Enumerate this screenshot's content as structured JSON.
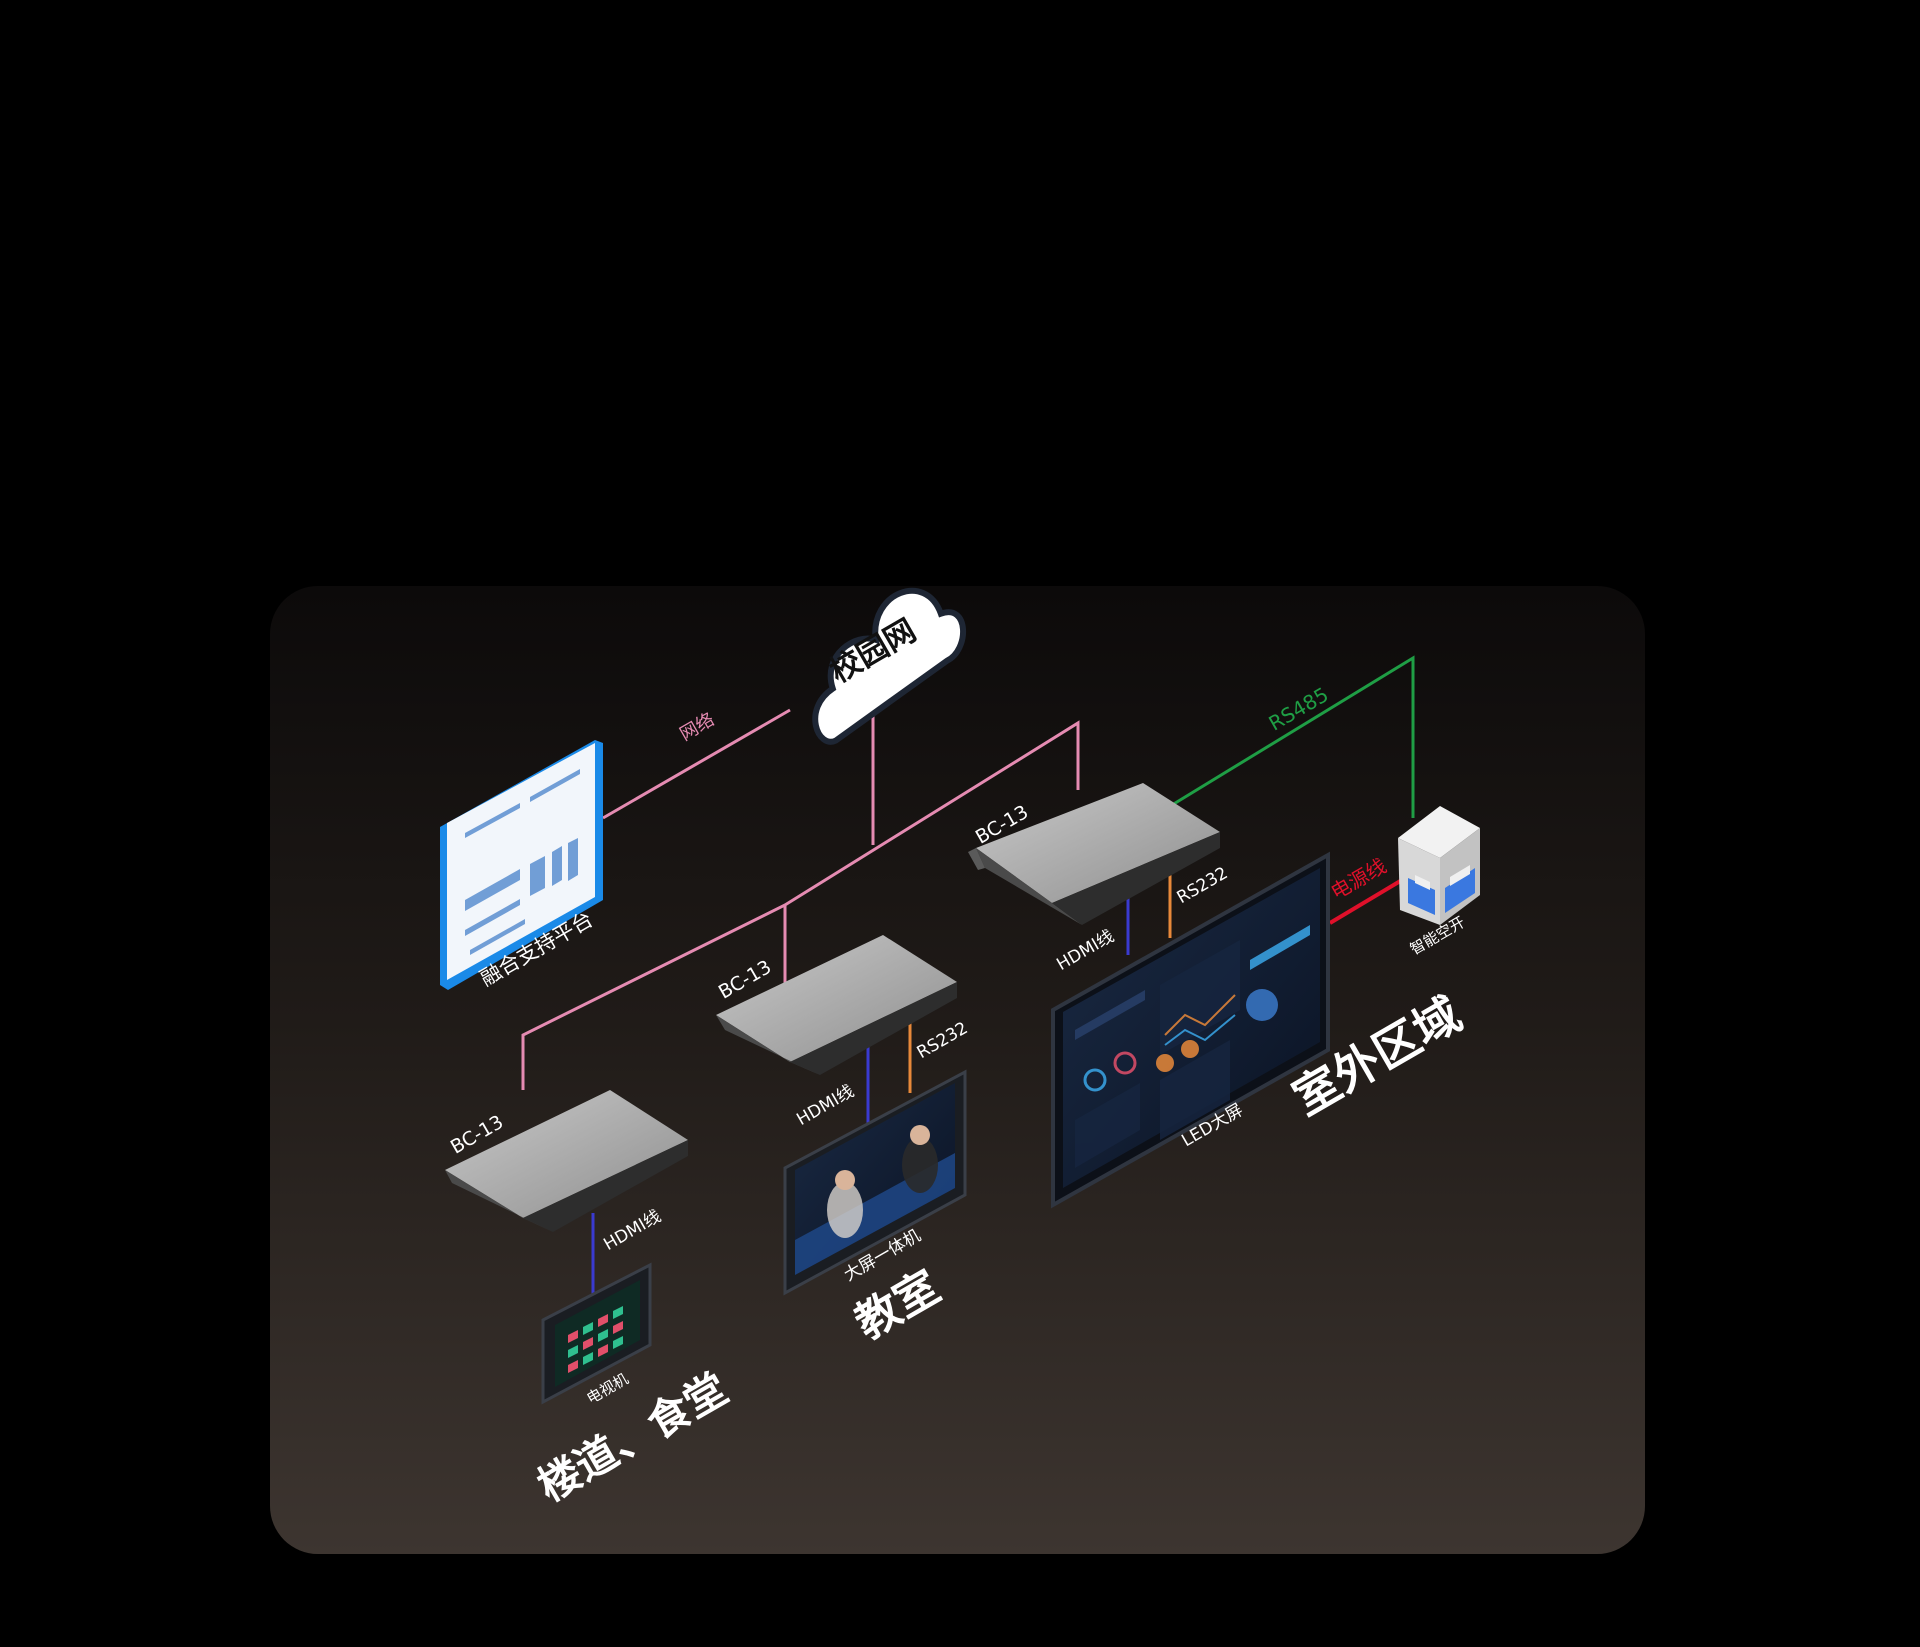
{
  "cloud": {
    "label": "校园网"
  },
  "platform": {
    "label": "融合支持平台"
  },
  "links": {
    "network": "网络",
    "rs485": "RS485",
    "power": "电源线",
    "hdmi": "HDMI线",
    "rs232": "RS232"
  },
  "devices": {
    "box_model": "BC-13",
    "tv": "电视机",
    "all_in_one": "大屏一体机",
    "led": "LED大屏",
    "breaker": "智能空开"
  },
  "zones": {
    "corridor": "楼道、食堂",
    "classroom": "教室",
    "outdoor": "室外区域"
  },
  "colors": {
    "network_line": "#e58bb2",
    "rs485_line": "#1f9e45",
    "power_line": "#e0102a",
    "hdmi_line": "#3a3ad0",
    "rs232_line": "#e8893a"
  }
}
